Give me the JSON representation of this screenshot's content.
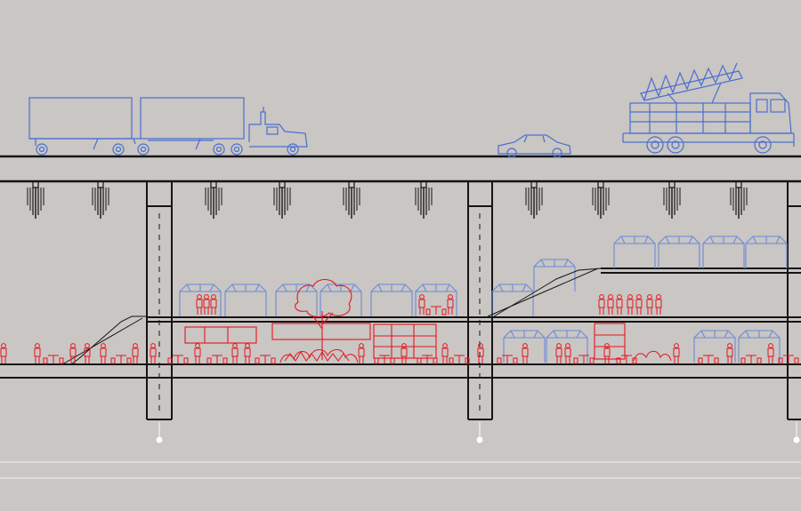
{
  "diagram": {
    "kind": "architectural-section",
    "colors": {
      "background": "#c9c6c3",
      "structure": "#141414",
      "vehicles": "#4a6fd0",
      "tents": "#6c8ad8",
      "people_and_activity": "#e8141e",
      "grid_markers": "#ffffff"
    },
    "layers": [
      {
        "id": "street",
        "contents": [
          "semi-truck",
          "car",
          "fire-truck"
        ]
      },
      {
        "id": "upper-market",
        "contents": [
          "tent-row",
          "stair",
          "people"
        ]
      },
      {
        "id": "lower-market",
        "contents": [
          "stalls",
          "tree",
          "people",
          "seating"
        ]
      }
    ],
    "icons": [
      "semi-truck-icon",
      "car-icon",
      "fire-truck-icon",
      "tent-icon",
      "tree-icon",
      "person-icon",
      "stair-icon",
      "pile-icon"
    ]
  }
}
